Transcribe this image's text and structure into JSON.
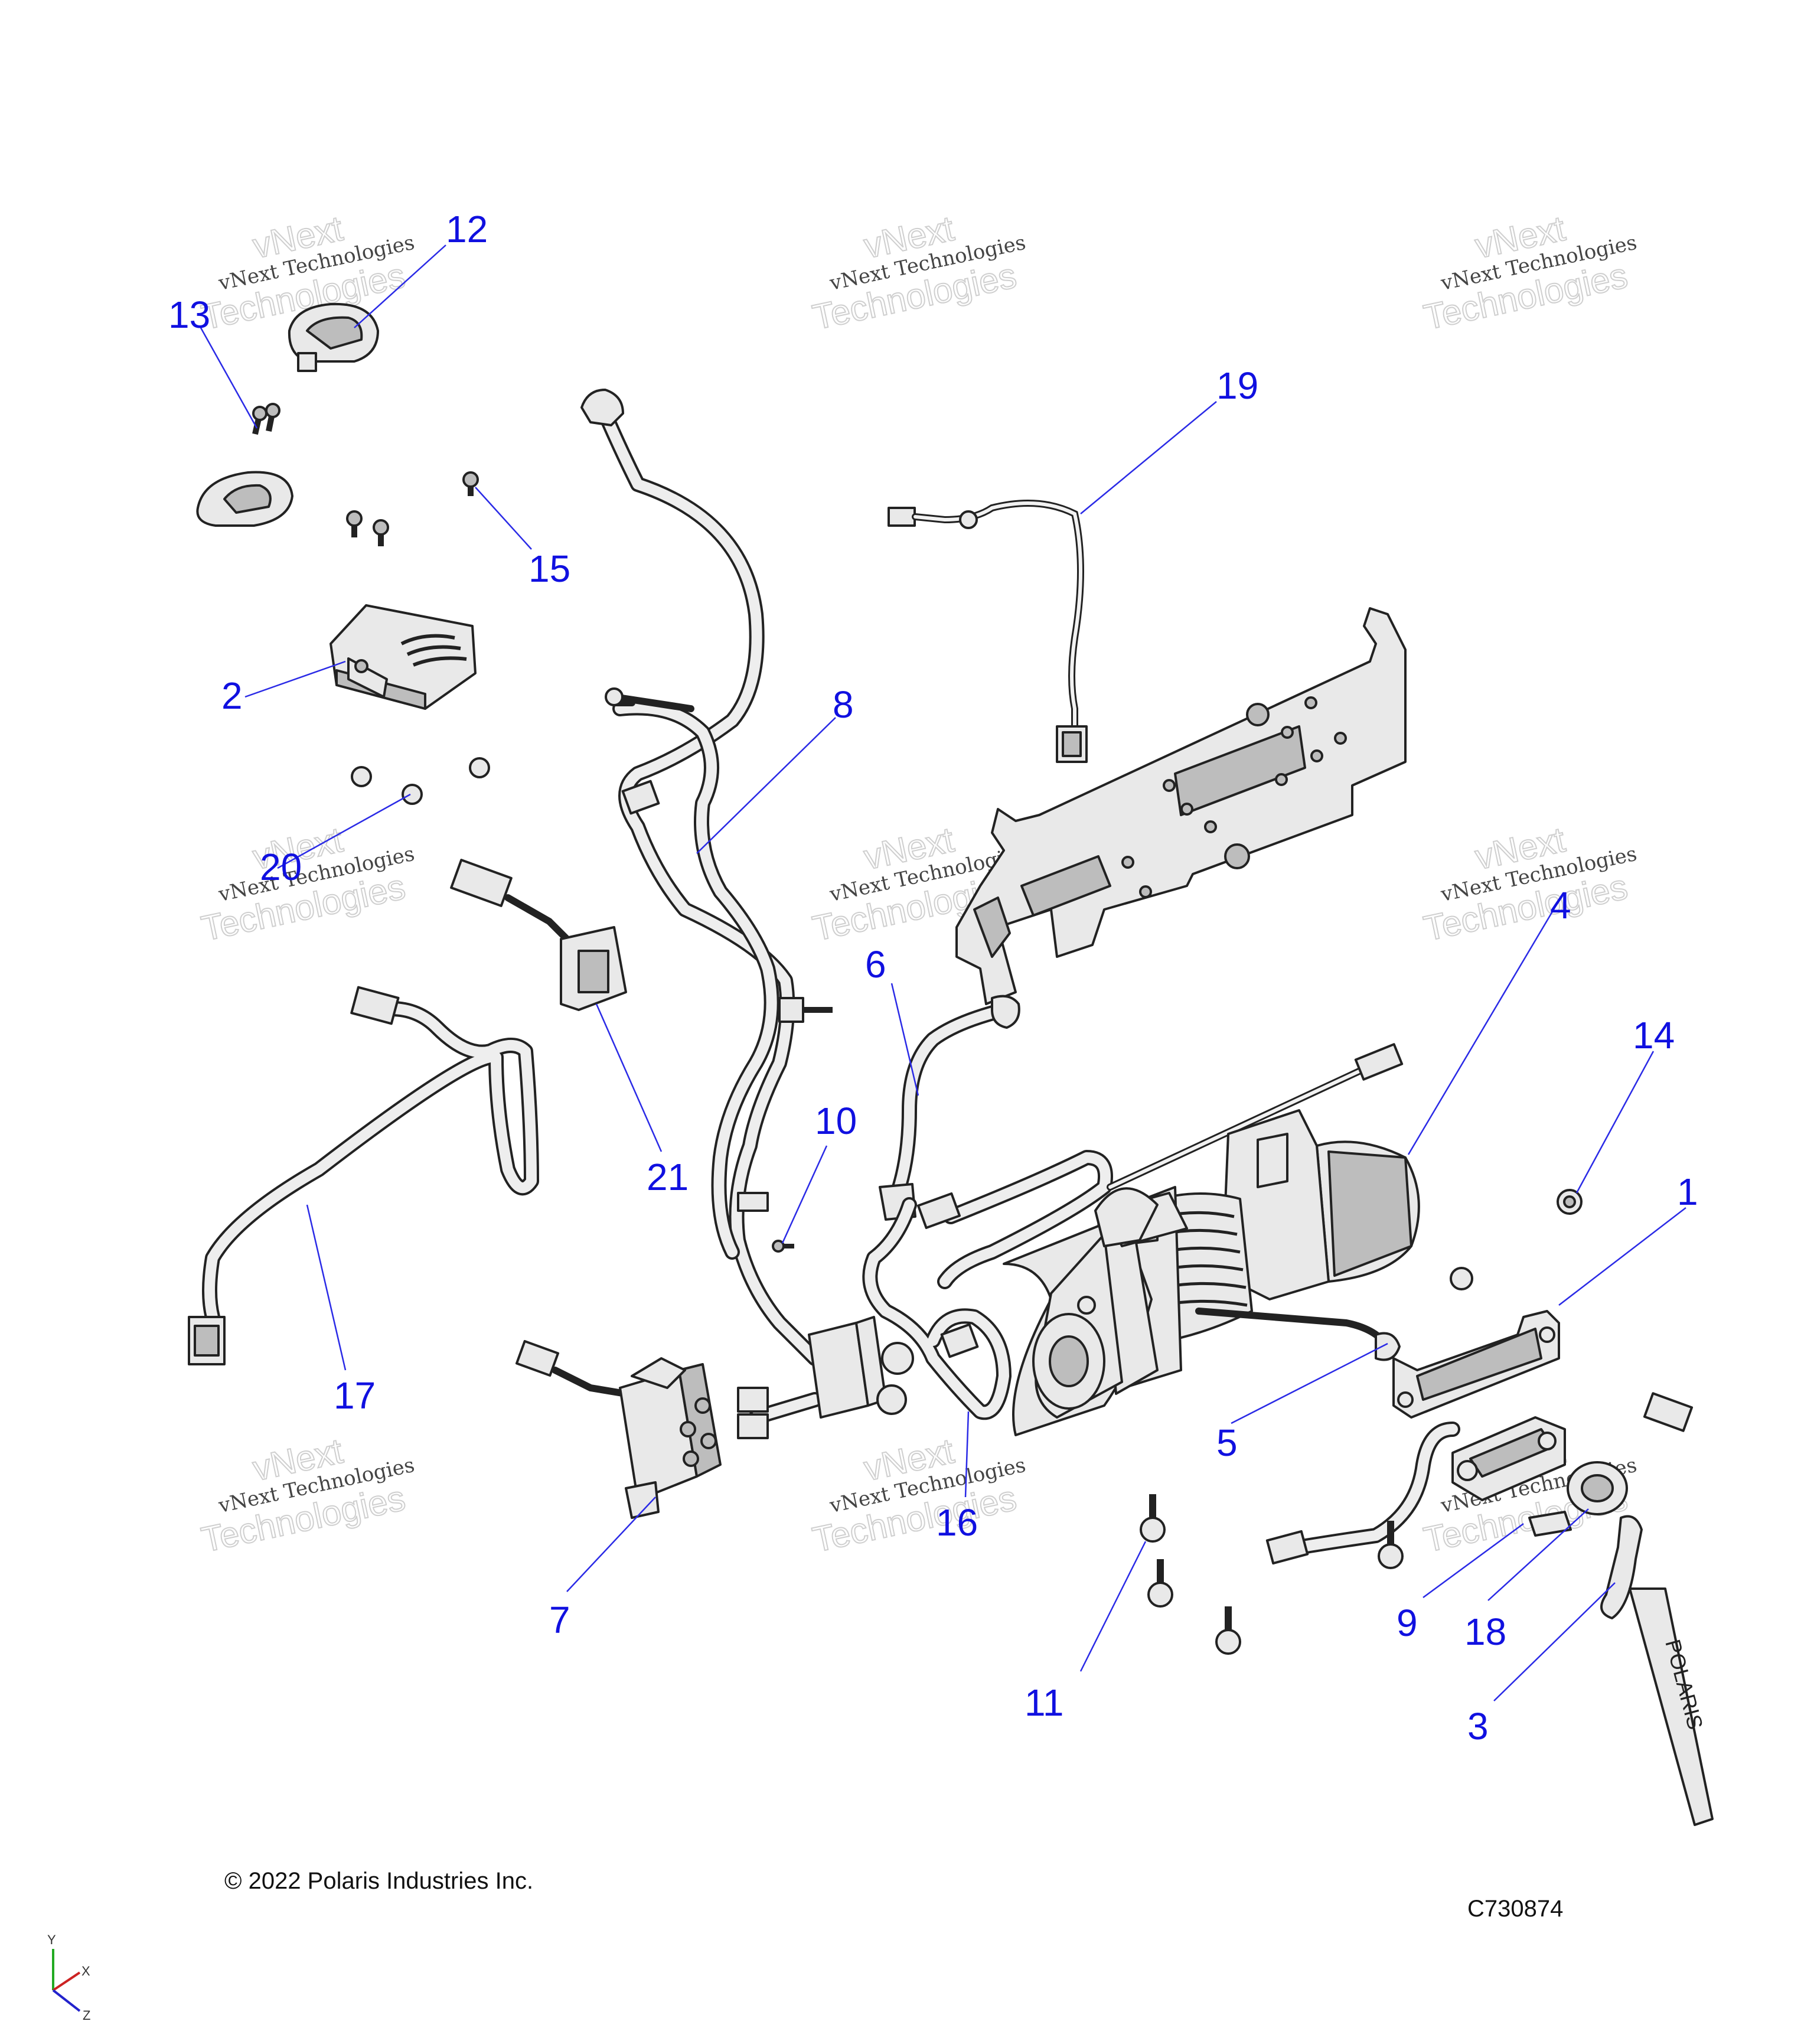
{
  "diagram": {
    "watermark": {
      "line1": "vNext Technologies",
      "line2": "vNext",
      "line3": "Technologies"
    },
    "callouts": [
      "1",
      "2",
      "3",
      "4",
      "5",
      "6",
      "7",
      "8",
      "9",
      "10",
      "11",
      "12",
      "13",
      "14",
      "15",
      "16",
      "17",
      "18",
      "19",
      "20",
      "21"
    ],
    "copyright": "© 2022 Polaris Industries Inc.",
    "figure_id": "C730874",
    "axis_triad": {
      "y": "Y",
      "x": "X",
      "z": "Z"
    },
    "strap_text": "POLARIS"
  }
}
